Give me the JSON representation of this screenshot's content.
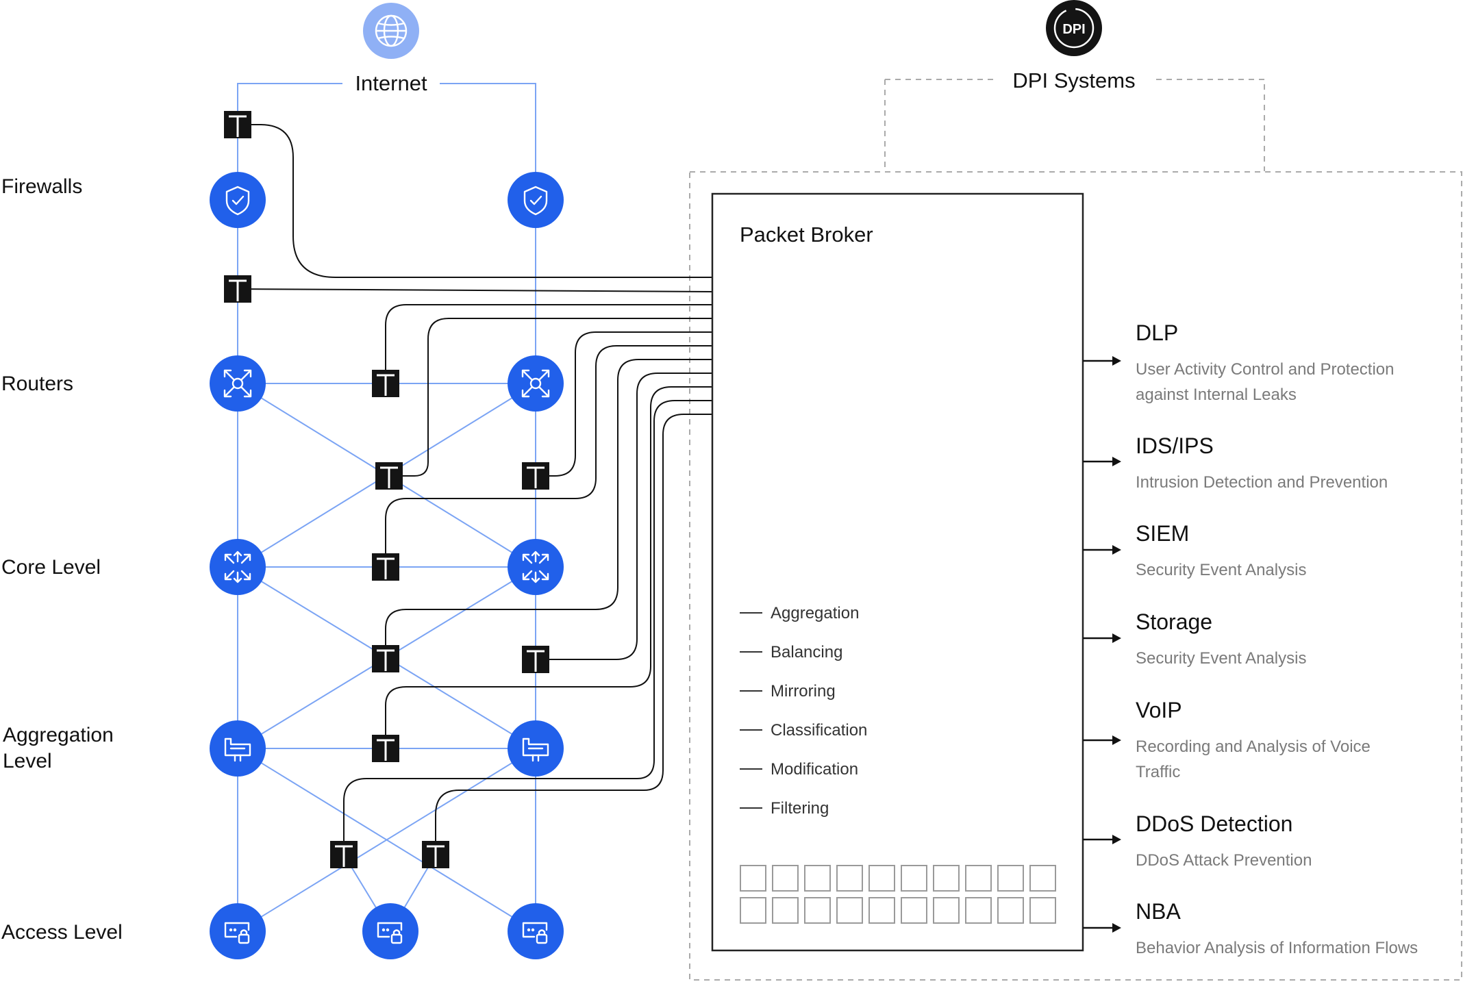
{
  "top": {
    "internet_label": "Internet",
    "dpi_label": "DPI Systems",
    "dpi_badge": "DPI"
  },
  "levels": [
    "Firewalls",
    "Routers",
    "Core Level",
    "Aggregation\nLevel",
    "Access Level"
  ],
  "packet_broker": {
    "title": "Packet Broker",
    "features": [
      "Aggregation",
      "Balancing",
      "Mirroring",
      "Classification",
      "Modification",
      "Filtering"
    ]
  },
  "services": [
    {
      "name": "DLP",
      "desc": [
        "User Activity Control and Protection",
        "against Internal Leaks"
      ]
    },
    {
      "name": "IDS/IPS",
      "desc": [
        "Intrusion Detection and Prevention"
      ]
    },
    {
      "name": "SIEM",
      "desc": [
        "Security Event Analysis"
      ]
    },
    {
      "name": "Storage",
      "desc": [
        "Security Event Analysis"
      ]
    },
    {
      "name": "VoIP",
      "desc": [
        "Recording and Analysis of Voice",
        "Traffic"
      ]
    },
    {
      "name": "DDoS Detection",
      "desc": [
        "DDoS Attack Prevention"
      ]
    },
    {
      "name": "NBA",
      "desc": [
        "Behavior Analysis of Information Flows"
      ]
    }
  ],
  "colors": {
    "node_blue": "#2160ea",
    "globe_blue": "#8fb0f5",
    "link_blue": "#7ba4f4",
    "tap_black": "#141414"
  },
  "icons": {
    "internet": "globe-icon",
    "dpi": "dpi-badge-icon",
    "firewall": "shield-check-icon",
    "router": "router-arrows-icon",
    "core": "core-switch-icon",
    "aggregation": "aggregation-switch-icon",
    "access": "access-lock-icon",
    "tap": "tap-icon"
  }
}
